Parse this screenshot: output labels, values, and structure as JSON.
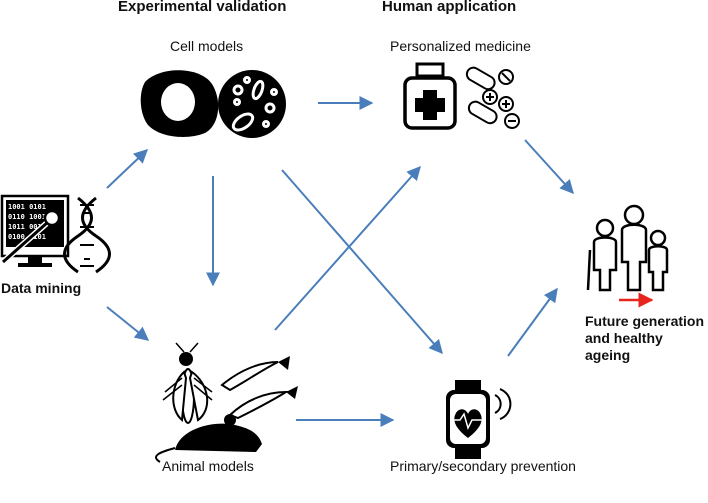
{
  "headers": {
    "experimental": "Experimental validation",
    "human": "Human application"
  },
  "labels": {
    "cell_models": "Cell models",
    "personalized_medicine": "Personalized medicine",
    "data_mining": "Data mining",
    "animal_models": "Animal models",
    "prevention": "Primary/secondary prevention",
    "future_line1": "Future generation",
    "future_line2": "and healthy",
    "future_line3": "ageing"
  },
  "colors": {
    "arrow": "#4a7ebb",
    "accent_arrow": "#e8241e",
    "icon": "#000000"
  },
  "icons": {
    "data_mining": "computer-dna-icon",
    "cell_models": "cells-icon",
    "medicine": "medicine-bottle-pills-icon",
    "animals": "fly-fish-mouse-icon",
    "prevention": "smartwatch-heart-icon",
    "family": "family-generations-icon"
  }
}
